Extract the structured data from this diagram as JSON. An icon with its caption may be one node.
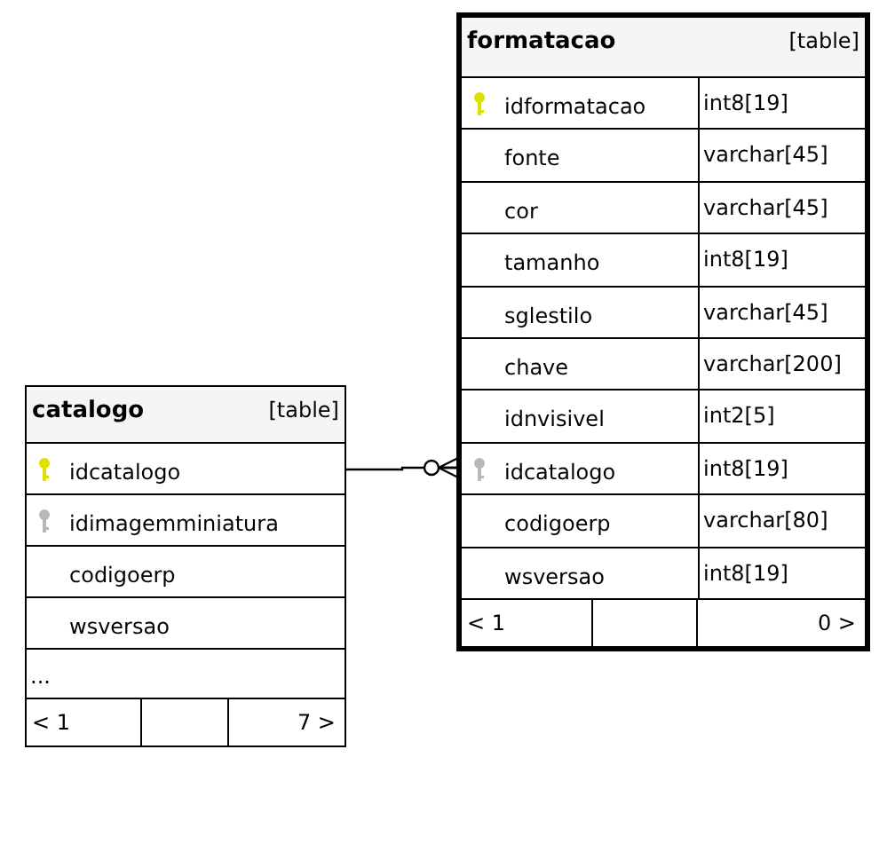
{
  "diagram": {
    "nodes": [
      {
        "text": [
          "formatacao",
          "[table]"
        ]
      },
      {
        "text": [
          "idformatacao",
          "int8[19]"
        ],
        "in": 0
      },
      {
        "text": [
          "fonte",
          "varchar[45]"
        ],
        "in": 0
      },
      {
        "text": [
          "cor",
          "varchar[45]"
        ],
        "in": 0
      },
      {
        "text": [
          "tamanho",
          "int8[19]"
        ],
        "in": 0
      },
      {
        "text": [
          "sglestilo",
          "varchar[45]"
        ],
        "in": 0
      },
      {
        "text": [
          "chave",
          "varchar[200]"
        ],
        "in": 0
      },
      {
        "text": [
          "idnvisivel",
          "int2[5]"
        ],
        "in": 0
      },
      {
        "text": [
          "idcatalogo",
          "int8[19]"
        ],
        "in": 0
      },
      {
        "text": [
          "codigoerp",
          "varchar[80]"
        ],
        "in": 0
      },
      {
        "text": [
          "wsversao",
          "int8[19]"
        ],
        "in": 0
      },
      {
        "text": [
          "catalogo",
          "[table]"
        ]
      },
      {
        "text": [
          "idcatalogo"
        ],
        "in": 11
      },
      {
        "text": [
          "idimagemminiatura"
        ],
        "in": 11
      },
      {
        "text": [
          "codigoerp"
        ],
        "in": 11
      },
      {
        "text": [
          "wsversao"
        ],
        "in": 11
      }
    ],
    "edges": [
      {
        "from": 12,
        "to": 8,
        "arrow": "other"
      }
    ],
    "labels": [
      "< 1",
      "0 >",
      "...",
      "< 1",
      "7 >"
    ]
  }
}
